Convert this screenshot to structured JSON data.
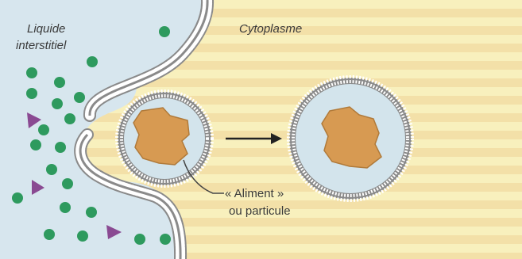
{
  "labels": {
    "extracellular": [
      "Liquide",
      "interstitiel"
    ],
    "cytoplasm": "Cytoplasme",
    "food": [
      "« Aliment »",
      "ou particule"
    ]
  },
  "colors": {
    "extracellular_bg": "#d7e6ee",
    "cytoplasm_bg": "#f8f0bd",
    "cytoplasm_stripe": "#f3e0a8",
    "vesicle_interior": "#d3e4ec",
    "membrane": "#8a8a8a",
    "particle_fill": "#d79a52",
    "particle_stroke": "#b07a3a",
    "dot": "#2e9a5e",
    "triangle": "#8a4a92",
    "text": "#3a3a3a"
  }
}
